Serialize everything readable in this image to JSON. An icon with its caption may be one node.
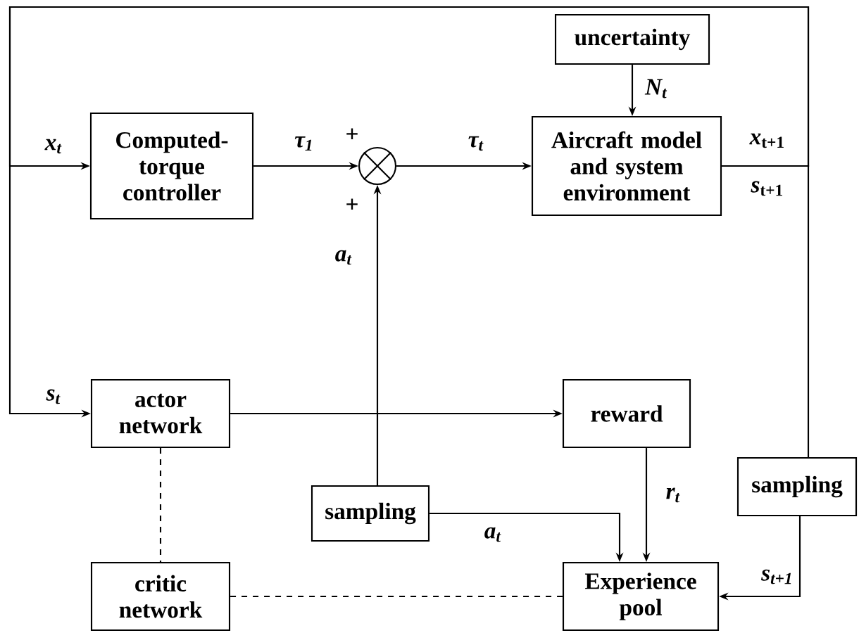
{
  "diagram": {
    "nodes": [
      {
        "text": [
          "Computed-torque controller"
        ]
      },
      {
        "text": [],
        "shape": "circle"
      },
      {
        "text": [
          "uncertainty"
        ]
      },
      {
        "text": [
          "Aircraft model and system environment"
        ]
      },
      {
        "text": [
          "actor network"
        ]
      },
      {
        "text": [
          "reward"
        ]
      },
      {
        "text": [
          "sampling"
        ]
      },
      {
        "text": [
          "sampling"
        ]
      },
      {
        "text": [
          "critic network"
        ]
      },
      {
        "text": [
          "Experience pool"
        ]
      }
    ],
    "edges": [
      {
        "from": 0,
        "to": 1,
        "arrow": "to",
        "label": "*τ*$_{1}$"
      },
      {
        "from": 1,
        "to": 3,
        "arrow": "to",
        "label": "*τ*$_{t}$"
      },
      {
        "from": 2,
        "to": 3,
        "arrow": "to",
        "label": "*N*$_{t}$"
      },
      {
        "from": 3,
        "to": 0,
        "arrow": "to",
        "label": "*x*$_{t}$"
      },
      {
        "from": 3,
        "to": 4,
        "arrow": "to",
        "label": "*s*$_{t}$"
      },
      {
        "from": 3,
        "to": 7,
        "arrow": "none"
      },
      {
        "from": 4,
        "to": 5,
        "arrow": "to"
      },
      {
        "from": 6,
        "to": 1,
        "arrow": "to",
        "label": "*a*$_{t}$"
      },
      {
        "from": 6,
        "to": 9,
        "arrow": "to",
        "label": "*a*$_{t}$"
      },
      {
        "from": 5,
        "to": 9,
        "arrow": "to",
        "label": "*r*$_{t}$"
      },
      {
        "from": 7,
        "to": 9,
        "arrow": "to",
        "label": "*s*$_{t+1}$"
      },
      {
        "from": 4,
        "to": 8,
        "arrow": "none",
        "style": "dashed"
      },
      {
        "from": 8,
        "to": 9,
        "arrow": "none",
        "style": "dashed"
      }
    ],
    "labels": [
      "+",
      "+",
      "*x*$_{t+1}$",
      "*s*$_{t+1}$"
    ]
  }
}
